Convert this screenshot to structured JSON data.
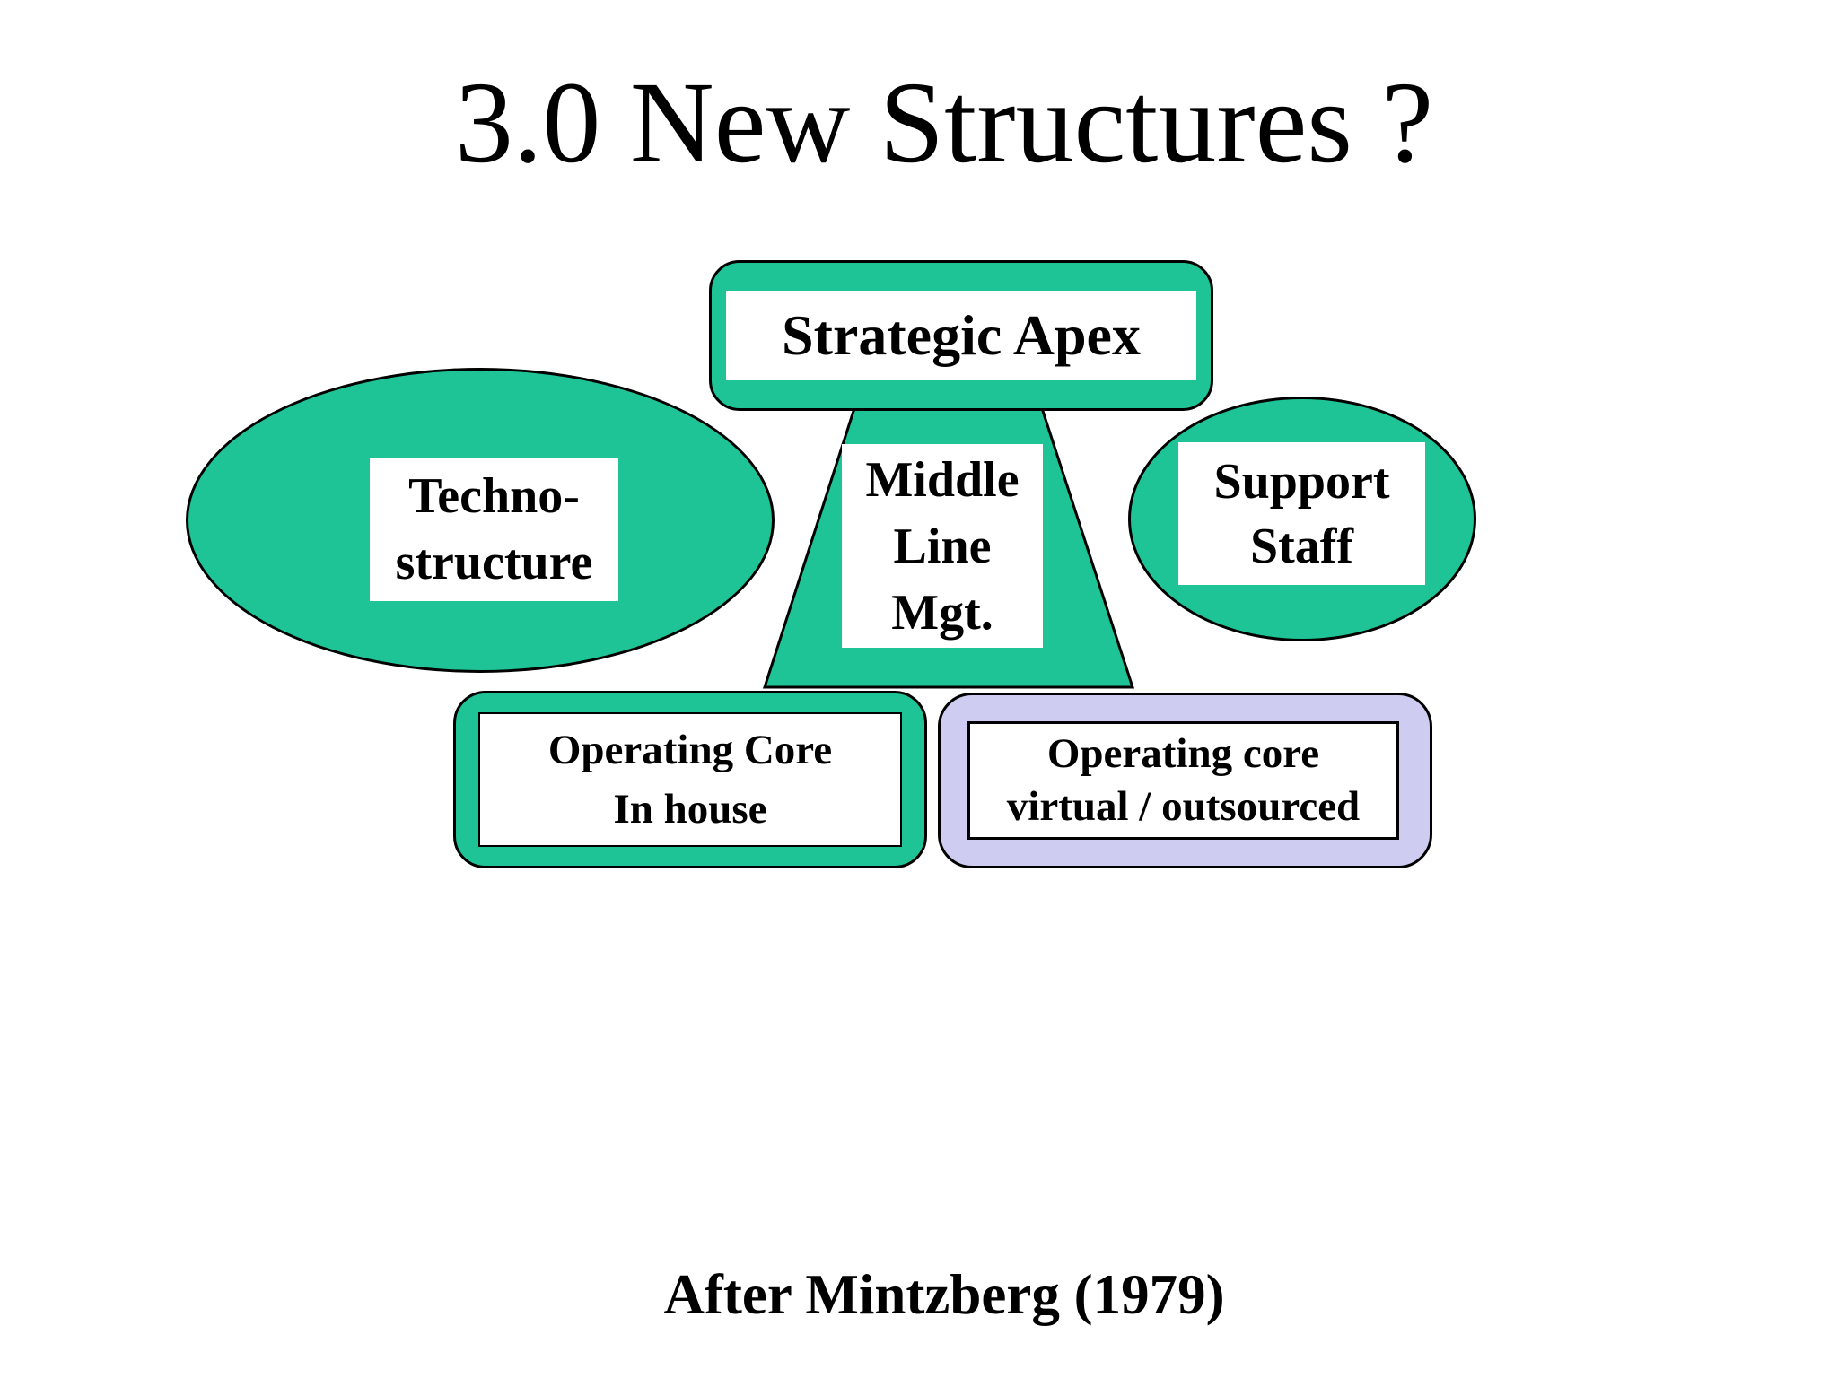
{
  "title": "3.0 New Structures ?",
  "caption": "After Mintzberg (1979)",
  "colors": {
    "green": "#1FC496",
    "lavender": "#CECDF1",
    "outline": "#000000",
    "background": "#FFFFFF",
    "label_bg": "#FFFFFF",
    "text": "#000000"
  },
  "nodes": {
    "strategic_apex": {
      "label": "Strategic Apex"
    },
    "technostructure": {
      "lines": [
        "Techno-",
        "structure"
      ]
    },
    "middle_line": {
      "lines": [
        "Middle",
        "Line",
        "Mgt."
      ]
    },
    "support_staff": {
      "lines": [
        "Support",
        "Staff"
      ]
    },
    "operating_core_in_house": {
      "lines": [
        "Operating Core",
        "In house"
      ]
    },
    "operating_core_virtual": {
      "lines": [
        "Operating core",
        "virtual / outsourced"
      ]
    }
  }
}
